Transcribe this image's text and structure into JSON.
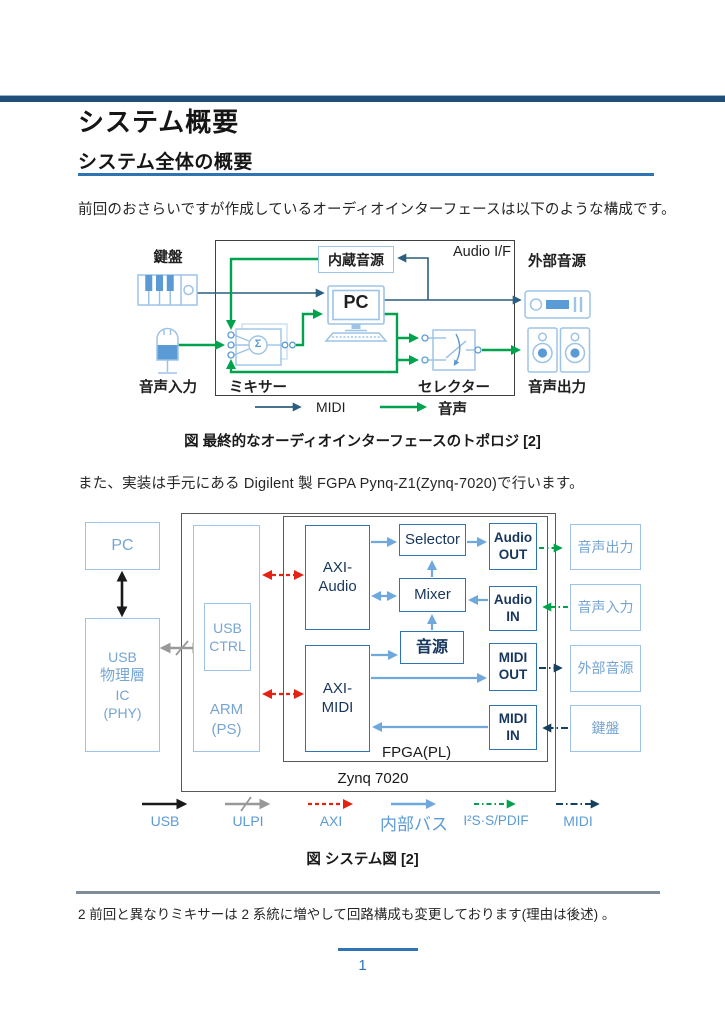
{
  "header": {
    "title": "システム概要",
    "subtitle": "システム全体の概要"
  },
  "paragraphs": {
    "intro": "前回のおさらいですが作成しているオーディオインターフェースは以下のような構成です。",
    "impl": "また、実装は手元にある Digilent 製 FGPA Pynq-Z1(Zynq-7020)で行います。"
  },
  "figure1": {
    "caption": "図 最終的なオーディオインターフェースのトポロジ [2]",
    "labels": {
      "keyboard": "鍵盤",
      "audio_input": "音声入力",
      "mixer": "ミキサー",
      "selector": "セレクター",
      "audio_output": "音声出力",
      "external_source": "外部音源",
      "internal_source": "内蔵音源",
      "audio_if": "Audio I/F",
      "pc": "PC",
      "sigma": "Σ"
    },
    "legend": {
      "midi": "MIDI",
      "audio": "音声"
    },
    "colors": {
      "midi_line": "#2B5F7F",
      "audio_line": "#00A24E"
    }
  },
  "figure2": {
    "caption": "図 システム図 [2]",
    "boxes": {
      "pc": "PC",
      "usb_phy": [
        "USB",
        "物理層",
        "IC",
        "(PHY)"
      ],
      "usb_ctrl": [
        "USB",
        "CTRL"
      ],
      "arm": [
        "ARM",
        "(PS)"
      ],
      "axi_audio": [
        "AXI-",
        "Audio"
      ],
      "axi_midi": [
        "AXI-",
        "MIDI"
      ],
      "selector": "Selector",
      "mixer": "Mixer",
      "sound_source": "音源",
      "audio_out": [
        "Audio",
        "OUT"
      ],
      "audio_in": [
        "Audio",
        "IN"
      ],
      "midi_out": [
        "MIDI",
        "OUT"
      ],
      "midi_in": [
        "MIDI",
        "IN"
      ],
      "audio_output": "音声出力",
      "audio_input": "音声入力",
      "external_source": "外部音源",
      "keyboard": "鍵盤",
      "fpga": "FPGA(PL)",
      "zynq": "Zynq 7020"
    },
    "legend": {
      "usb": "USB",
      "ulpi": "ULPI",
      "axi": "AXI",
      "internal_bus": "内部バス",
      "i2s_spdif": "I²S·S/PDIF",
      "midi": "MIDI"
    },
    "colors": {
      "usb": "#1A1A1A",
      "ulpi": "#999999",
      "axi": "#E42313",
      "internal_bus": "#6FA8DC",
      "i2s_spdif": "#00A24E",
      "midi": "#17405E",
      "light_box_border": "#9DC3E6",
      "dark_box_border": "#2E75B6",
      "accent_bar": "#1F4E79",
      "heading_rule": "#2E74B5"
    }
  },
  "footnote": {
    "marker": "2",
    "text": "前回と異なりミキサーは 2 系統に増やして回路構成も変更しております(理由は後述) 。"
  },
  "page_number": "1"
}
